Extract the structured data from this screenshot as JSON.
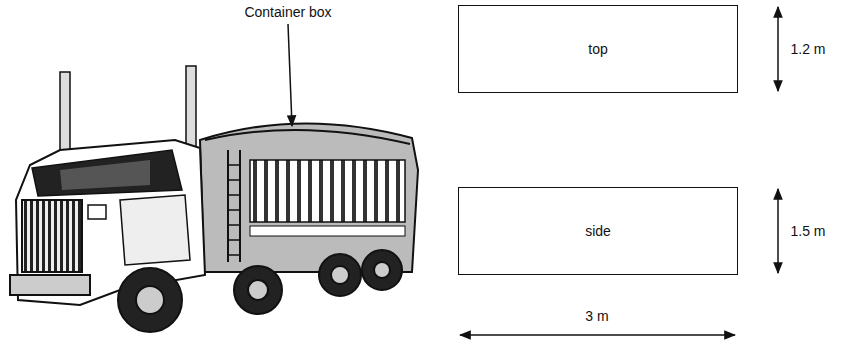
{
  "diagram": {
    "nodes": [
      {
        "text": [
          "top"
        ]
      },
      {
        "text": [
          "side"
        ]
      }
    ],
    "labels": [
      "Container box",
      "1.2 m",
      "1.5 m",
      "3 m"
    ]
  }
}
